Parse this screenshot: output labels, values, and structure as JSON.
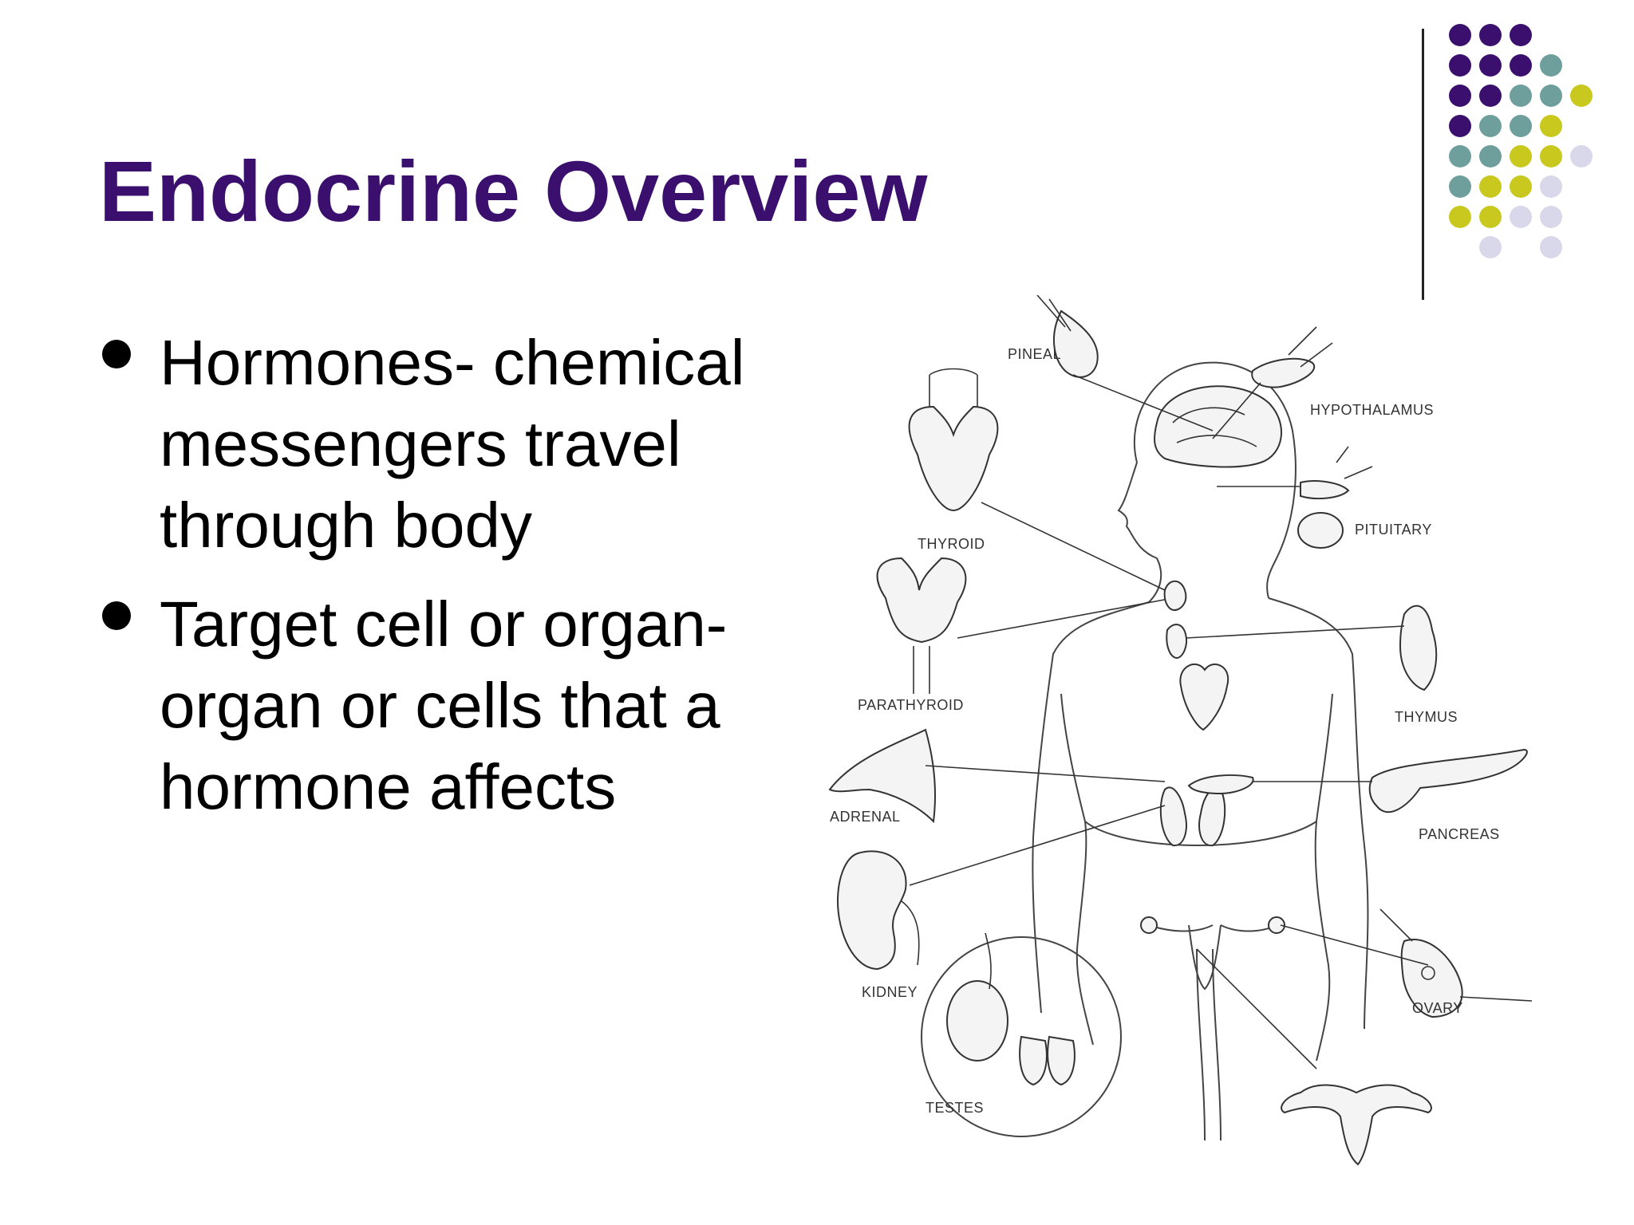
{
  "slide": {
    "title": "Endocrine Overview",
    "bullets": [
      {
        "lines": [
          "Hormones- chemical",
          "messengers travel",
          "through body"
        ]
      },
      {
        "lines": [
          "Target cell or organ-",
          "organ or cells that a",
          "hormone affects"
        ]
      }
    ]
  },
  "decoration": {
    "dot_colors": {
      "purple": "#3b0f6e",
      "teal": "#6e9f9c",
      "yellow": "#c9c81e",
      "lavender": "#d9d7ea"
    }
  },
  "diagram": {
    "labels": {
      "pineal": "PINEAL",
      "hypothalamus": "HYPOTHALAMUS",
      "pituitary": "PITUITARY",
      "thyroid": "THYROID",
      "parathyroid": "PARATHYROID",
      "thymus": "THYMUS",
      "adrenal": "ADRENAL",
      "pancreas": "PANCREAS",
      "kidney": "KIDNEY",
      "ovary": "OVARY",
      "testes": "TESTES"
    }
  }
}
